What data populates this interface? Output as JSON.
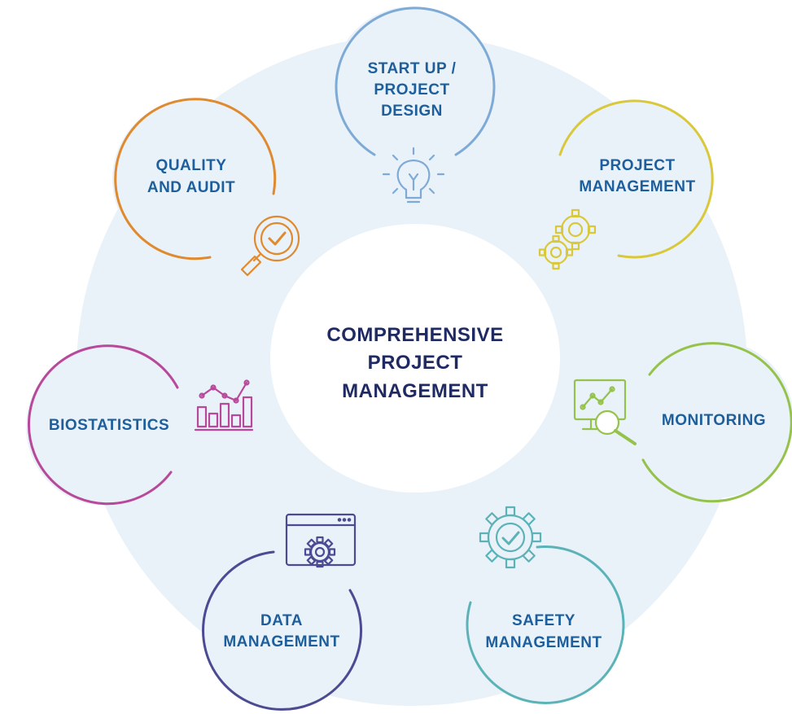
{
  "center": {
    "lines": [
      "COMPREHENSIVE",
      "PROJECT",
      "MANAGEMENT"
    ]
  },
  "nodes": [
    {
      "id": "startup",
      "lines": [
        "START UP /",
        "PROJECT",
        "DESIGN"
      ],
      "color": "#7eaad6",
      "icon": "lightbulb-icon"
    },
    {
      "id": "project-management",
      "lines": [
        "PROJECT",
        "MANAGEMENT"
      ],
      "color": "#d9c93a",
      "icon": "gears-icon"
    },
    {
      "id": "monitoring",
      "lines": [
        "MONITORING"
      ],
      "color": "#95c24a",
      "icon": "monitor-magnifier-icon"
    },
    {
      "id": "safety",
      "lines": [
        "SAFETY",
        "MANAGEMENT"
      ],
      "color": "#5bb3b8",
      "icon": "gear-check-icon"
    },
    {
      "id": "data",
      "lines": [
        "DATA",
        "MANAGEMENT"
      ],
      "color": "#4b4a93",
      "icon": "browser-gear-icon"
    },
    {
      "id": "biostatistics",
      "lines": [
        "BIOSTATISTICS"
      ],
      "color": "#b8489a",
      "icon": "bar-chart-trend-icon"
    },
    {
      "id": "quality",
      "lines": [
        "QUALITY",
        "AND AUDIT"
      ],
      "color": "#e08a2f",
      "icon": "magnifier-check-icon"
    }
  ],
  "colors": {
    "ring_fill": "#e9f1f9",
    "center_fill": "#ffffff",
    "node_fill": "#e9f1f9",
    "label_text": "#1d5f9c",
    "center_text": "#1f2a63"
  }
}
